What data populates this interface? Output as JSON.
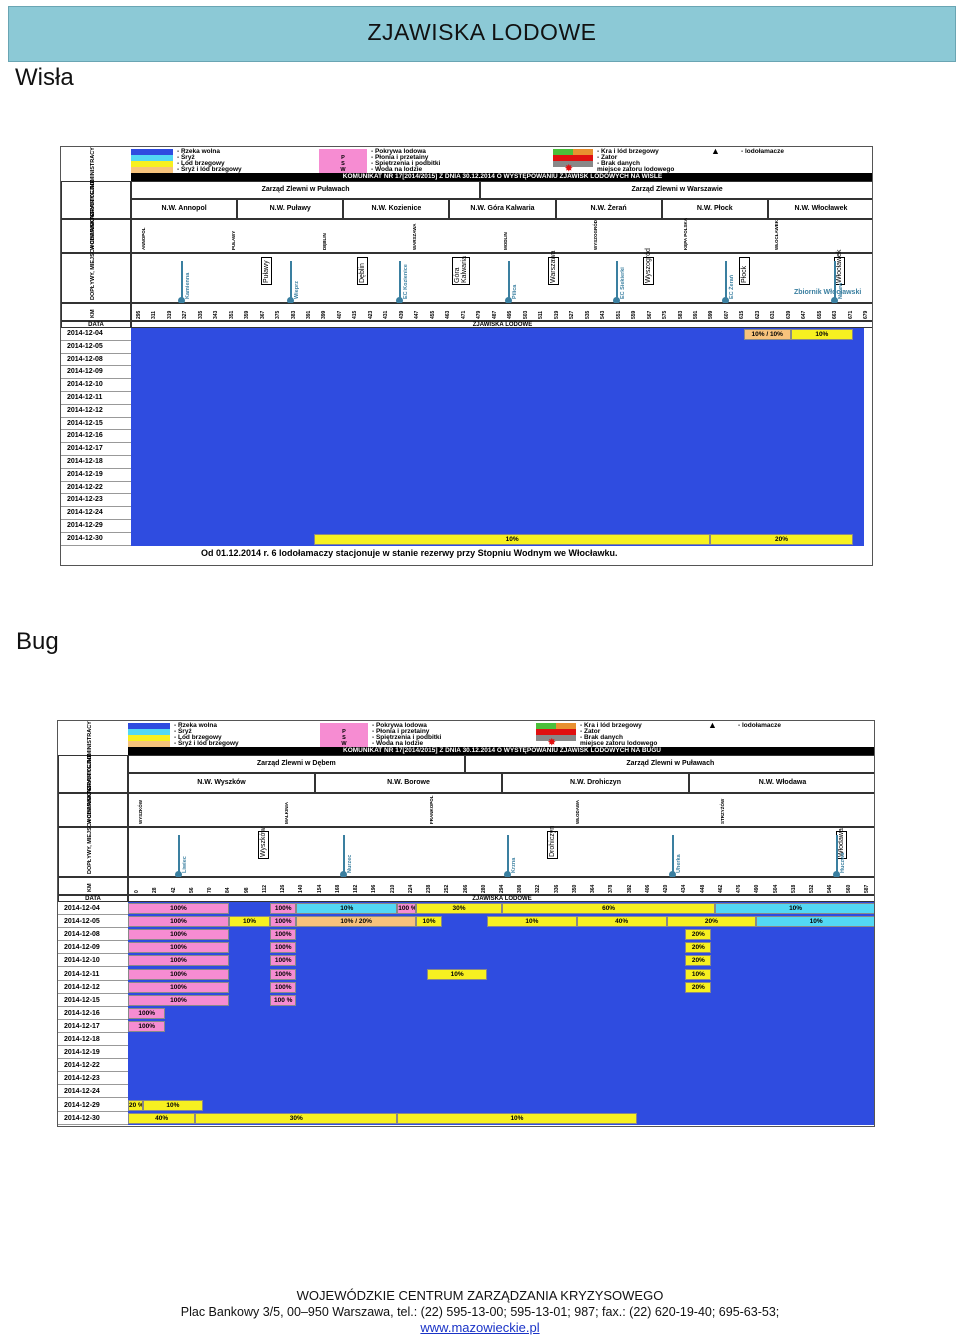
{
  "header": {
    "title": "ZJAWISKA  LODOWE"
  },
  "sections": {
    "wisla": "Wisła",
    "bug": "Bug"
  },
  "wisla": {
    "legend": {
      "col1": [
        "- Rzeka wolna",
        "- Śryż",
        "- Lód brzegowy",
        "- Śryż i lód brzegowy"
      ],
      "col2_codes": [
        "",
        "P",
        "S",
        "W"
      ],
      "col2": [
        "- Pokrywa lodowa",
        "- Płonia i przetainy",
        "- Spiętrzenia i podbitki",
        "- Woda na lodzie"
      ],
      "col3": [
        "- Kra i lód brzegowy",
        "- Zator",
        "- Brak danych",
        "miejsce zatoru lodowego"
      ],
      "col4": [
        "- lodołamacze"
      ]
    },
    "communique": "KOMUNIKAT NR 17[2014/2015] Z DNIA 30.12.2014 O WYSTĘPOWANIU ZJAWISK LODOWYCH NA WIŚLE",
    "row_labels": [
      "GRANICE ADMINISTRACYJNE",
      "WODOWSKAZ",
      "DOPŁYWY, MIEJSCA CHARAKTERYSTYCZNE",
      "KM",
      "DATA"
    ],
    "zarzad": [
      "Zarząd Zlewni w Puławach",
      "Zarząd Zlewni w Warszawie"
    ],
    "nadzory": [
      "N.W. Annopol",
      "N.W. Puławy",
      "N.W. Kozienice",
      "N.W. Góra Kalwaria",
      "N.W. Żerań",
      "N.W. Płock",
      "N.W. Włocławek"
    ],
    "gauges": [
      "ANNOPOL",
      "PUŁAWY",
      "DĘBLIN",
      "WARSZAWA",
      "MODLIN",
      "WYSZOGRÓD",
      "KĘPA POLSKA",
      "WŁOCŁAWEK"
    ],
    "towns": [
      "Puławy",
      "Dęblin",
      "Góra Kalwaria",
      "Warszawa",
      "Wyszogród",
      "Płock",
      "Włocławek"
    ],
    "tributaries": [
      "Kamienna",
      "Wieprz",
      "EC Kozienice",
      "Pilica",
      "EC Siekierki",
      "EC Żerań",
      "Narew"
    ],
    "reservoir": "Zbiornik Włocławski",
    "km": [
      "295",
      "311",
      "319",
      "327",
      "335",
      "343",
      "351",
      "359",
      "367",
      "375",
      "383",
      "391",
      "399",
      "407",
      "415",
      "423",
      "431",
      "439",
      "447",
      "455",
      "463",
      "471",
      "479",
      "487",
      "495",
      "503",
      "511",
      "519",
      "527",
      "535",
      "543",
      "551",
      "559",
      "567",
      "575",
      "583",
      "591",
      "599",
      "607",
      "615",
      "623",
      "631",
      "639",
      "647",
      "655",
      "663",
      "671",
      "679"
    ],
    "section_title": "ZJAWISKA LODOWE",
    "dates": [
      "2014-12-04",
      "2014-12-05",
      "2014-12-08",
      "2014-12-09",
      "2014-12-10",
      "2014-12-11",
      "2014-12-12",
      "2014-12-15",
      "2014-12-16",
      "2014-12-17",
      "2014-12-18",
      "2014-12-19",
      "2014-12-22",
      "2014-12-23",
      "2014-12-24",
      "2014-12-29",
      "2014-12-30"
    ],
    "bars": [
      {
        "row": 0,
        "from": 0.836,
        "to": 0.9,
        "label": "10% / 10%",
        "color": "#f7c37c"
      },
      {
        "row": 0,
        "from": 0.9,
        "to": 0.985,
        "label": "10%",
        "color": "#f7f020"
      },
      {
        "row": 16,
        "from": 0.25,
        "to": 0.79,
        "label": "10%",
        "color": "#f7f020"
      },
      {
        "row": 16,
        "from": 0.79,
        "to": 0.985,
        "label": "20%",
        "color": "#f7f020"
      }
    ],
    "note": "Od 01.12.2014 r. 6 lodołamaczy stacjonuje w stanie rezerwy przy Stopniu Wodnym we Włocławku."
  },
  "bug": {
    "legend": {
      "col1": [
        "- Rzeka wolna",
        "- Śryż",
        "- Lód brzegowy",
        "- Śryż i lód brzegowy"
      ],
      "col2_codes": [
        "",
        "P",
        "S",
        "W"
      ],
      "col2": [
        "- Pokrywa lodowa",
        "- Płonia i przetainy",
        "- Spiętrzenia i podbitki",
        "- Woda na lodzie"
      ],
      "col3": [
        "- Kra i lód brzegowy",
        "- Zator",
        "- Brak danych",
        "miejsce zatoru lodowego"
      ],
      "col4": [
        "- lodołamacze"
      ]
    },
    "communique": "KOMUNIKAT NR 17[2014/2015] Z DNIA 30.12.2014 O WYSTĘPOWANIU ZJAWISK LODOWYCH NA BUGU",
    "row_labels": [
      "GRANICE ADMINISTRACYJNE",
      "WODOWSKAZ",
      "DOPŁYWY, MIEJSCA CHARAKTERYSTYCZNE",
      "KM",
      "DATA"
    ],
    "zarzad": [
      "Zarząd Zlewni w Dębem",
      "Zarząd Zlewni w Puławach"
    ],
    "nadzory": [
      "N.W. Wyszków",
      "N.W. Borowe",
      "N.W. Drohiczyn",
      "N.W. Włodawa"
    ],
    "gauges": [
      "WYSZKÓW",
      "MALKINIA",
      "FRANKOPOL",
      "WŁODAWA",
      "STRZYŻÓW"
    ],
    "towns": [
      "Wyszków",
      "Drohiczyn",
      "Włodawa"
    ],
    "tributaries": [
      "Liwiec",
      "Nurzec",
      "Krzna",
      "Uherka",
      "Huczwa"
    ],
    "km": [
      "0",
      "28",
      "42",
      "56",
      "70",
      "84",
      "98",
      "112",
      "126",
      "140",
      "154",
      "168",
      "182",
      "196",
      "210",
      "224",
      "238",
      "252",
      "266",
      "280",
      "294",
      "308",
      "322",
      "336",
      "350",
      "364",
      "378",
      "392",
      "406",
      "420",
      "434",
      "448",
      "462",
      "476",
      "490",
      "504",
      "518",
      "532",
      "546",
      "560",
      "587"
    ],
    "section_title": "ZJAWISKA LODOWE",
    "dates": [
      "2014-12-04",
      "2014-12-05",
      "2014-12-08",
      "2014-12-09",
      "2014-12-10",
      "2014-12-11",
      "2014-12-12",
      "2014-12-15",
      "2014-12-16",
      "2014-12-17",
      "2014-12-18",
      "2014-12-19",
      "2014-12-22",
      "2014-12-23",
      "2014-12-24",
      "2014-12-29",
      "2014-12-30"
    ],
    "bars": [
      {
        "row": 0,
        "from": 0.0,
        "to": 0.135,
        "label": "100%",
        "color": "#f68cd2"
      },
      {
        "row": 0,
        "from": 0.19,
        "to": 0.225,
        "label": "100%",
        "color": "#f68cd2"
      },
      {
        "row": 0,
        "from": 0.225,
        "to": 0.36,
        "label": "10%",
        "color": "#53d8f4"
      },
      {
        "row": 0,
        "from": 0.36,
        "to": 0.385,
        "label": "100 %",
        "color": "#f68cd2"
      },
      {
        "row": 0,
        "from": 0.385,
        "to": 0.5,
        "label": "30%",
        "color": "#f7f020"
      },
      {
        "row": 0,
        "from": 0.5,
        "to": 0.785,
        "label": "60%",
        "color": "#f7f020"
      },
      {
        "row": 0,
        "from": 0.785,
        "to": 1.0,
        "label": "10%",
        "color": "#53d8f4"
      },
      {
        "row": 1,
        "from": 0.0,
        "to": 0.135,
        "label": "100%",
        "color": "#f68cd2"
      },
      {
        "row": 1,
        "from": 0.135,
        "to": 0.19,
        "label": "10%",
        "color": "#f7f020"
      },
      {
        "row": 1,
        "from": 0.19,
        "to": 0.225,
        "label": "100%",
        "color": "#f68cd2"
      },
      {
        "row": 1,
        "from": 0.225,
        "to": 0.385,
        "label": "10% / 20%",
        "color": "#f7c37c"
      },
      {
        "row": 1,
        "from": 0.385,
        "to": 0.42,
        "label": "10%",
        "color": "#f7f020"
      },
      {
        "row": 1,
        "from": 0.48,
        "to": 0.6,
        "label": "10%",
        "color": "#f7f020"
      },
      {
        "row": 1,
        "from": 0.6,
        "to": 0.72,
        "label": "40%",
        "color": "#f7f020"
      },
      {
        "row": 1,
        "from": 0.72,
        "to": 0.84,
        "label": "20%",
        "color": "#f7f020"
      },
      {
        "row": 1,
        "from": 0.84,
        "to": 1.0,
        "label": "10%",
        "color": "#53d8f4"
      },
      {
        "row": 2,
        "from": 0.0,
        "to": 0.135,
        "label": "100%",
        "color": "#f68cd2"
      },
      {
        "row": 2,
        "from": 0.19,
        "to": 0.225,
        "label": "100%",
        "color": "#f68cd2"
      },
      {
        "row": 2,
        "from": 0.745,
        "to": 0.78,
        "label": "20%",
        "color": "#f7f020"
      },
      {
        "row": 3,
        "from": 0.0,
        "to": 0.135,
        "label": "100%",
        "color": "#f68cd2"
      },
      {
        "row": 3,
        "from": 0.19,
        "to": 0.225,
        "label": "100%",
        "color": "#f68cd2"
      },
      {
        "row": 3,
        "from": 0.745,
        "to": 0.78,
        "label": "20%",
        "color": "#f7f020"
      },
      {
        "row": 4,
        "from": 0.0,
        "to": 0.135,
        "label": "100%",
        "color": "#f68cd2"
      },
      {
        "row": 4,
        "from": 0.19,
        "to": 0.225,
        "label": "100%",
        "color": "#f68cd2"
      },
      {
        "row": 4,
        "from": 0.745,
        "to": 0.78,
        "label": "20%",
        "color": "#f7f020"
      },
      {
        "row": 5,
        "from": 0.0,
        "to": 0.135,
        "label": "100%",
        "color": "#f68cd2"
      },
      {
        "row": 5,
        "from": 0.19,
        "to": 0.225,
        "label": "100%",
        "color": "#f68cd2"
      },
      {
        "row": 5,
        "from": 0.4,
        "to": 0.48,
        "label": "10%",
        "color": "#f7f020"
      },
      {
        "row": 5,
        "from": 0.745,
        "to": 0.78,
        "label": "10%",
        "color": "#f7f020"
      },
      {
        "row": 6,
        "from": 0.0,
        "to": 0.135,
        "label": "100%",
        "color": "#f68cd2"
      },
      {
        "row": 6,
        "from": 0.19,
        "to": 0.225,
        "label": "100%",
        "color": "#f68cd2"
      },
      {
        "row": 6,
        "from": 0.745,
        "to": 0.78,
        "label": "20%",
        "color": "#f7f020"
      },
      {
        "row": 7,
        "from": 0.0,
        "to": 0.135,
        "label": "100%",
        "color": "#f68cd2"
      },
      {
        "row": 7,
        "from": 0.19,
        "to": 0.225,
        "label": "100 %",
        "color": "#f68cd2"
      },
      {
        "row": 8,
        "from": 0.0,
        "to": 0.05,
        "label": "100%",
        "color": "#f68cd2"
      },
      {
        "row": 9,
        "from": 0.0,
        "to": 0.05,
        "label": "100%",
        "color": "#f68cd2"
      },
      {
        "row": 15,
        "from": 0.0,
        "to": 0.02,
        "label": "20 %",
        "color": "#f7f020"
      },
      {
        "row": 15,
        "from": 0.02,
        "to": 0.1,
        "label": "10%",
        "color": "#f7f020"
      },
      {
        "row": 16,
        "from": 0.0,
        "to": 0.09,
        "label": "40%",
        "color": "#f7f020"
      },
      {
        "row": 16,
        "from": 0.09,
        "to": 0.36,
        "label": "30%",
        "color": "#f7f020"
      },
      {
        "row": 16,
        "from": 0.36,
        "to": 0.68,
        "label": "10%",
        "color": "#f7f020"
      }
    ]
  },
  "footer": {
    "org": "WOJEWÓDZKIE CENTRUM ZARZĄDZANIA KRYZYSOWEGO",
    "address": "Plac Bankowy 3/5, 00–950 Warszawa, tel.: (22) 595-13-00; 595-13-01; 987; fax.: (22) 620-19-40; 695-63-53;",
    "url": "www.mazowieckie.pl"
  },
  "colors": {
    "banner": "#8cc9d6",
    "free_river": "#2f4ce0",
    "ice_cover": "#f68cd2",
    "frazil": "#53d8f4",
    "shore_ice": "#f7f020",
    "mixed": "#f7c37c",
    "jam": "#e01010",
    "no_data": "#888888"
  }
}
